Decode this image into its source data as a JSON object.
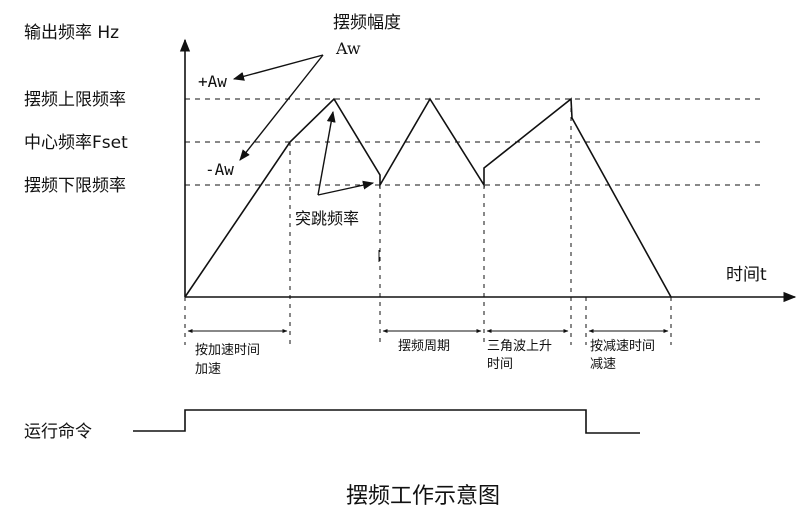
{
  "labels": {
    "y_axis": "输出频率 Hz",
    "x_axis": "时间t",
    "upper_limit": "摆频上限频率",
    "center_freq": "中心频率Fset",
    "lower_limit": "摆频下限频率",
    "amplitude_title": "摆频幅度",
    "amplitude_symbol": "Aw",
    "plus_aw": "+Aw",
    "minus_aw": "-Aw",
    "jump_freq": "突跳频率",
    "accel_line1": "按加速时间",
    "accel_line2": "加速",
    "period": "摆频周期",
    "tri_line1": "三角波上升",
    "tri_line2": "时间",
    "decel_line1": "按减速时间",
    "decel_line2": "减速",
    "run_cmd": "运行命令",
    "caption": "摆频工作示意图"
  },
  "colors": {
    "line": "#111111",
    "background": "#ffffff"
  }
}
